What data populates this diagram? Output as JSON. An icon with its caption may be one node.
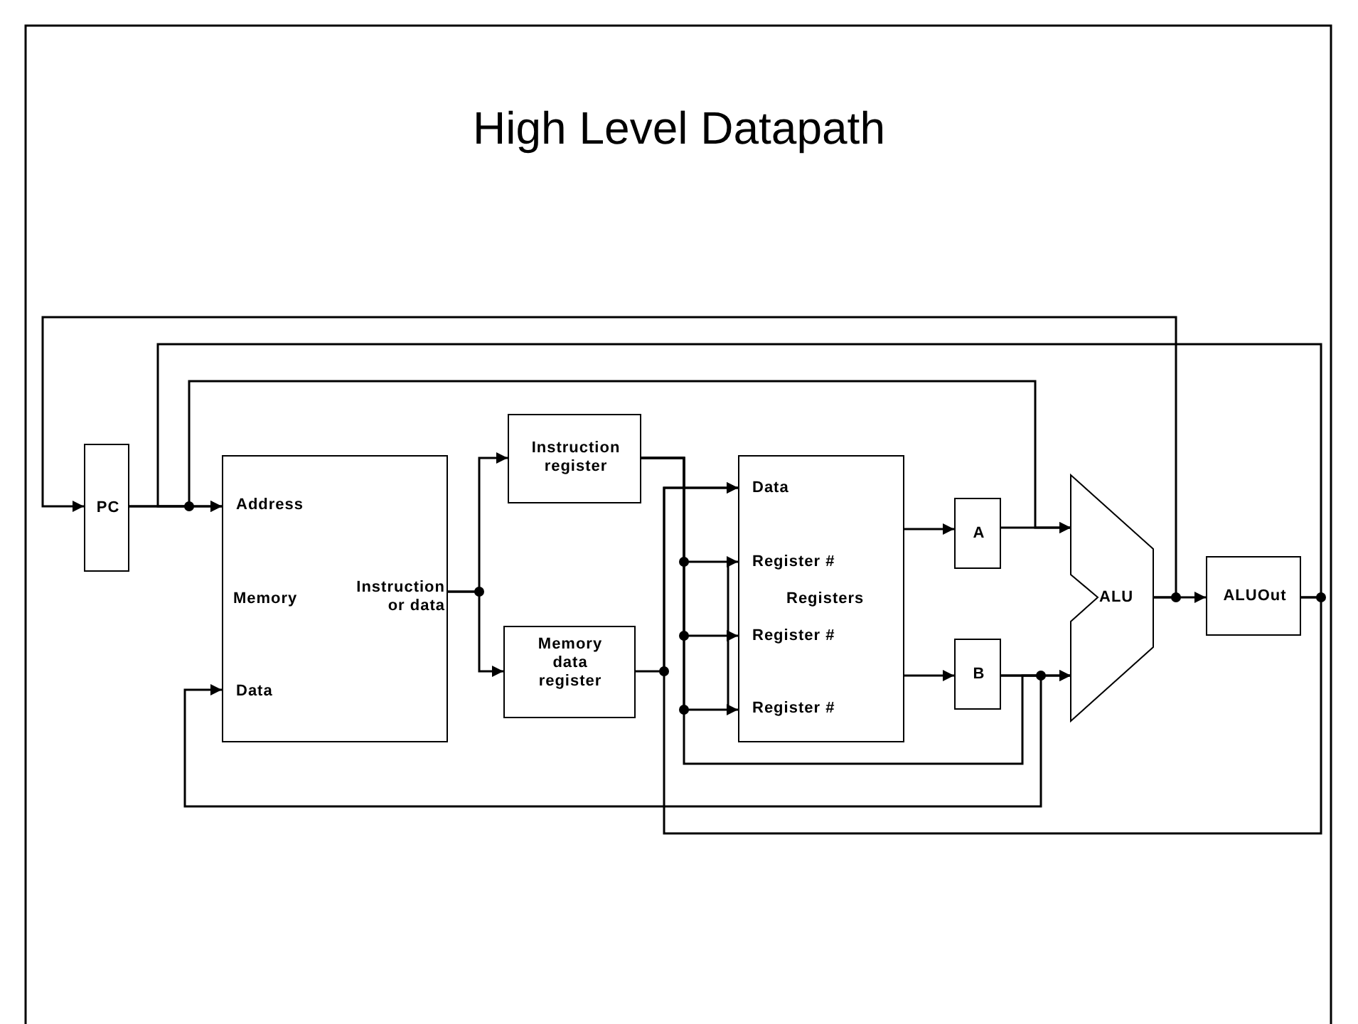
{
  "diagram": {
    "title": "High Level Datapath",
    "nodes": [
      {
        "text": [
          "PC"
        ]
      },
      {
        "text": [
          "Address",
          "Memory",
          "Instruction or data",
          "Data"
        ]
      },
      {
        "text": [
          "Instruction register"
        ]
      },
      {
        "text": [
          "Memory data register"
        ]
      },
      {
        "text": [
          "Data",
          "Register #",
          "Registers",
          "Register #",
          "Register #"
        ]
      },
      {
        "text": [
          "A"
        ]
      },
      {
        "text": [
          "B"
        ]
      },
      {
        "text": [
          "ALU"
        ]
      },
      {
        "text": [
          "ALUOut"
        ]
      }
    ],
    "edges": [
      {
        "from": 0,
        "to": 1,
        "arrow": "to"
      },
      {
        "from": 1,
        "to": 2,
        "arrow": "to"
      },
      {
        "from": 1,
        "to": 3,
        "arrow": "to"
      },
      {
        "from": 2,
        "to": 4,
        "arrow": "to"
      },
      {
        "from": 2,
        "to": 4,
        "arrow": "to"
      },
      {
        "from": 2,
        "to": 4,
        "arrow": "to"
      },
      {
        "from": 2,
        "to": 7,
        "arrow": "to"
      },
      {
        "from": 3,
        "to": 4,
        "arrow": "to"
      },
      {
        "from": 4,
        "to": 5,
        "arrow": "to"
      },
      {
        "from": 4,
        "to": 6,
        "arrow": "to"
      },
      {
        "from": 5,
        "to": 7,
        "arrow": "to"
      },
      {
        "from": 6,
        "to": 7,
        "arrow": "to"
      },
      {
        "from": 7,
        "to": 8,
        "arrow": "to"
      },
      {
        "from": 7,
        "to": 0,
        "arrow": "to"
      },
      {
        "from": 8,
        "to": 1,
        "arrow": "to"
      },
      {
        "from": 0,
        "to": 7,
        "arrow": "to"
      },
      {
        "from": 6,
        "to": 1,
        "arrow": "to"
      },
      {
        "from": 8,
        "to": 4,
        "arrow": "to"
      }
    ]
  }
}
